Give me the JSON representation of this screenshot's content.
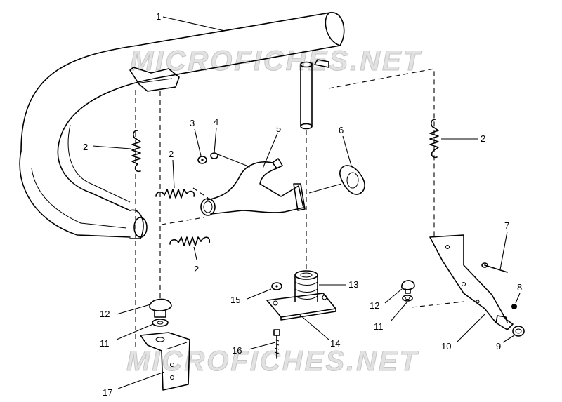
{
  "watermark": "MICROFICHES.NET",
  "callouts": [
    "1",
    "2",
    "2",
    "2",
    "2",
    "3",
    "4",
    "5",
    "6",
    "7",
    "8",
    "9",
    "10",
    "11",
    "11",
    "12",
    "12",
    "13",
    "14",
    "15",
    "16",
    "17"
  ]
}
